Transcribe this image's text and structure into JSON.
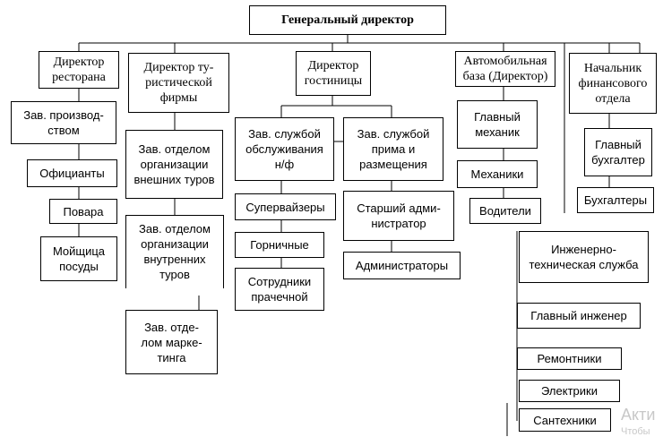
{
  "chart": {
    "ceo": "Генеральный директор",
    "restaurant": {
      "head": "Директор\nресторана",
      "items": [
        "Зав. производ-\nством",
        "Официанты",
        "Повара",
        "Мойщица\nпосуды"
      ]
    },
    "tour": {
      "head": "Директор ту-\nристической\nфирмы",
      "items": [
        "Зав. отделом\nорганизации\nвнешних туров",
        "Зав. отделом\nорганизации\nвнутренних\nтуров",
        "Зав. отде-\nлом марке-\nтинга"
      ]
    },
    "hotel": {
      "head": "Директор\nгостиницы",
      "service_head": "Зав. службой\nобслуживания\nн/ф",
      "service_items": [
        "Супервайзеры",
        "Горничные",
        "Сотрудники\nпрачечной"
      ],
      "reception_head": "Зав. службой\nприма и\nразмещения",
      "reception_items": [
        "Старший адми-\nнистратор",
        "Администраторы"
      ]
    },
    "auto": {
      "head": "Автомобильная\nбаза (Директор)",
      "items": [
        "Главный\nмеханик",
        "Механики",
        "Водители"
      ]
    },
    "finance": {
      "head": "Начальник\nфинансового\nотдела",
      "items": [
        "Главный\nбухгалтер",
        "Бухгалтеры"
      ]
    },
    "engineering": {
      "head": "Инженерно-\nтехническая служба",
      "items": [
        "Главный инженер",
        "Ремонтники",
        "Электрики",
        "Сантехники"
      ]
    }
  },
  "watermark": {
    "line1": "Акти",
    "line2": "Чтобы"
  }
}
